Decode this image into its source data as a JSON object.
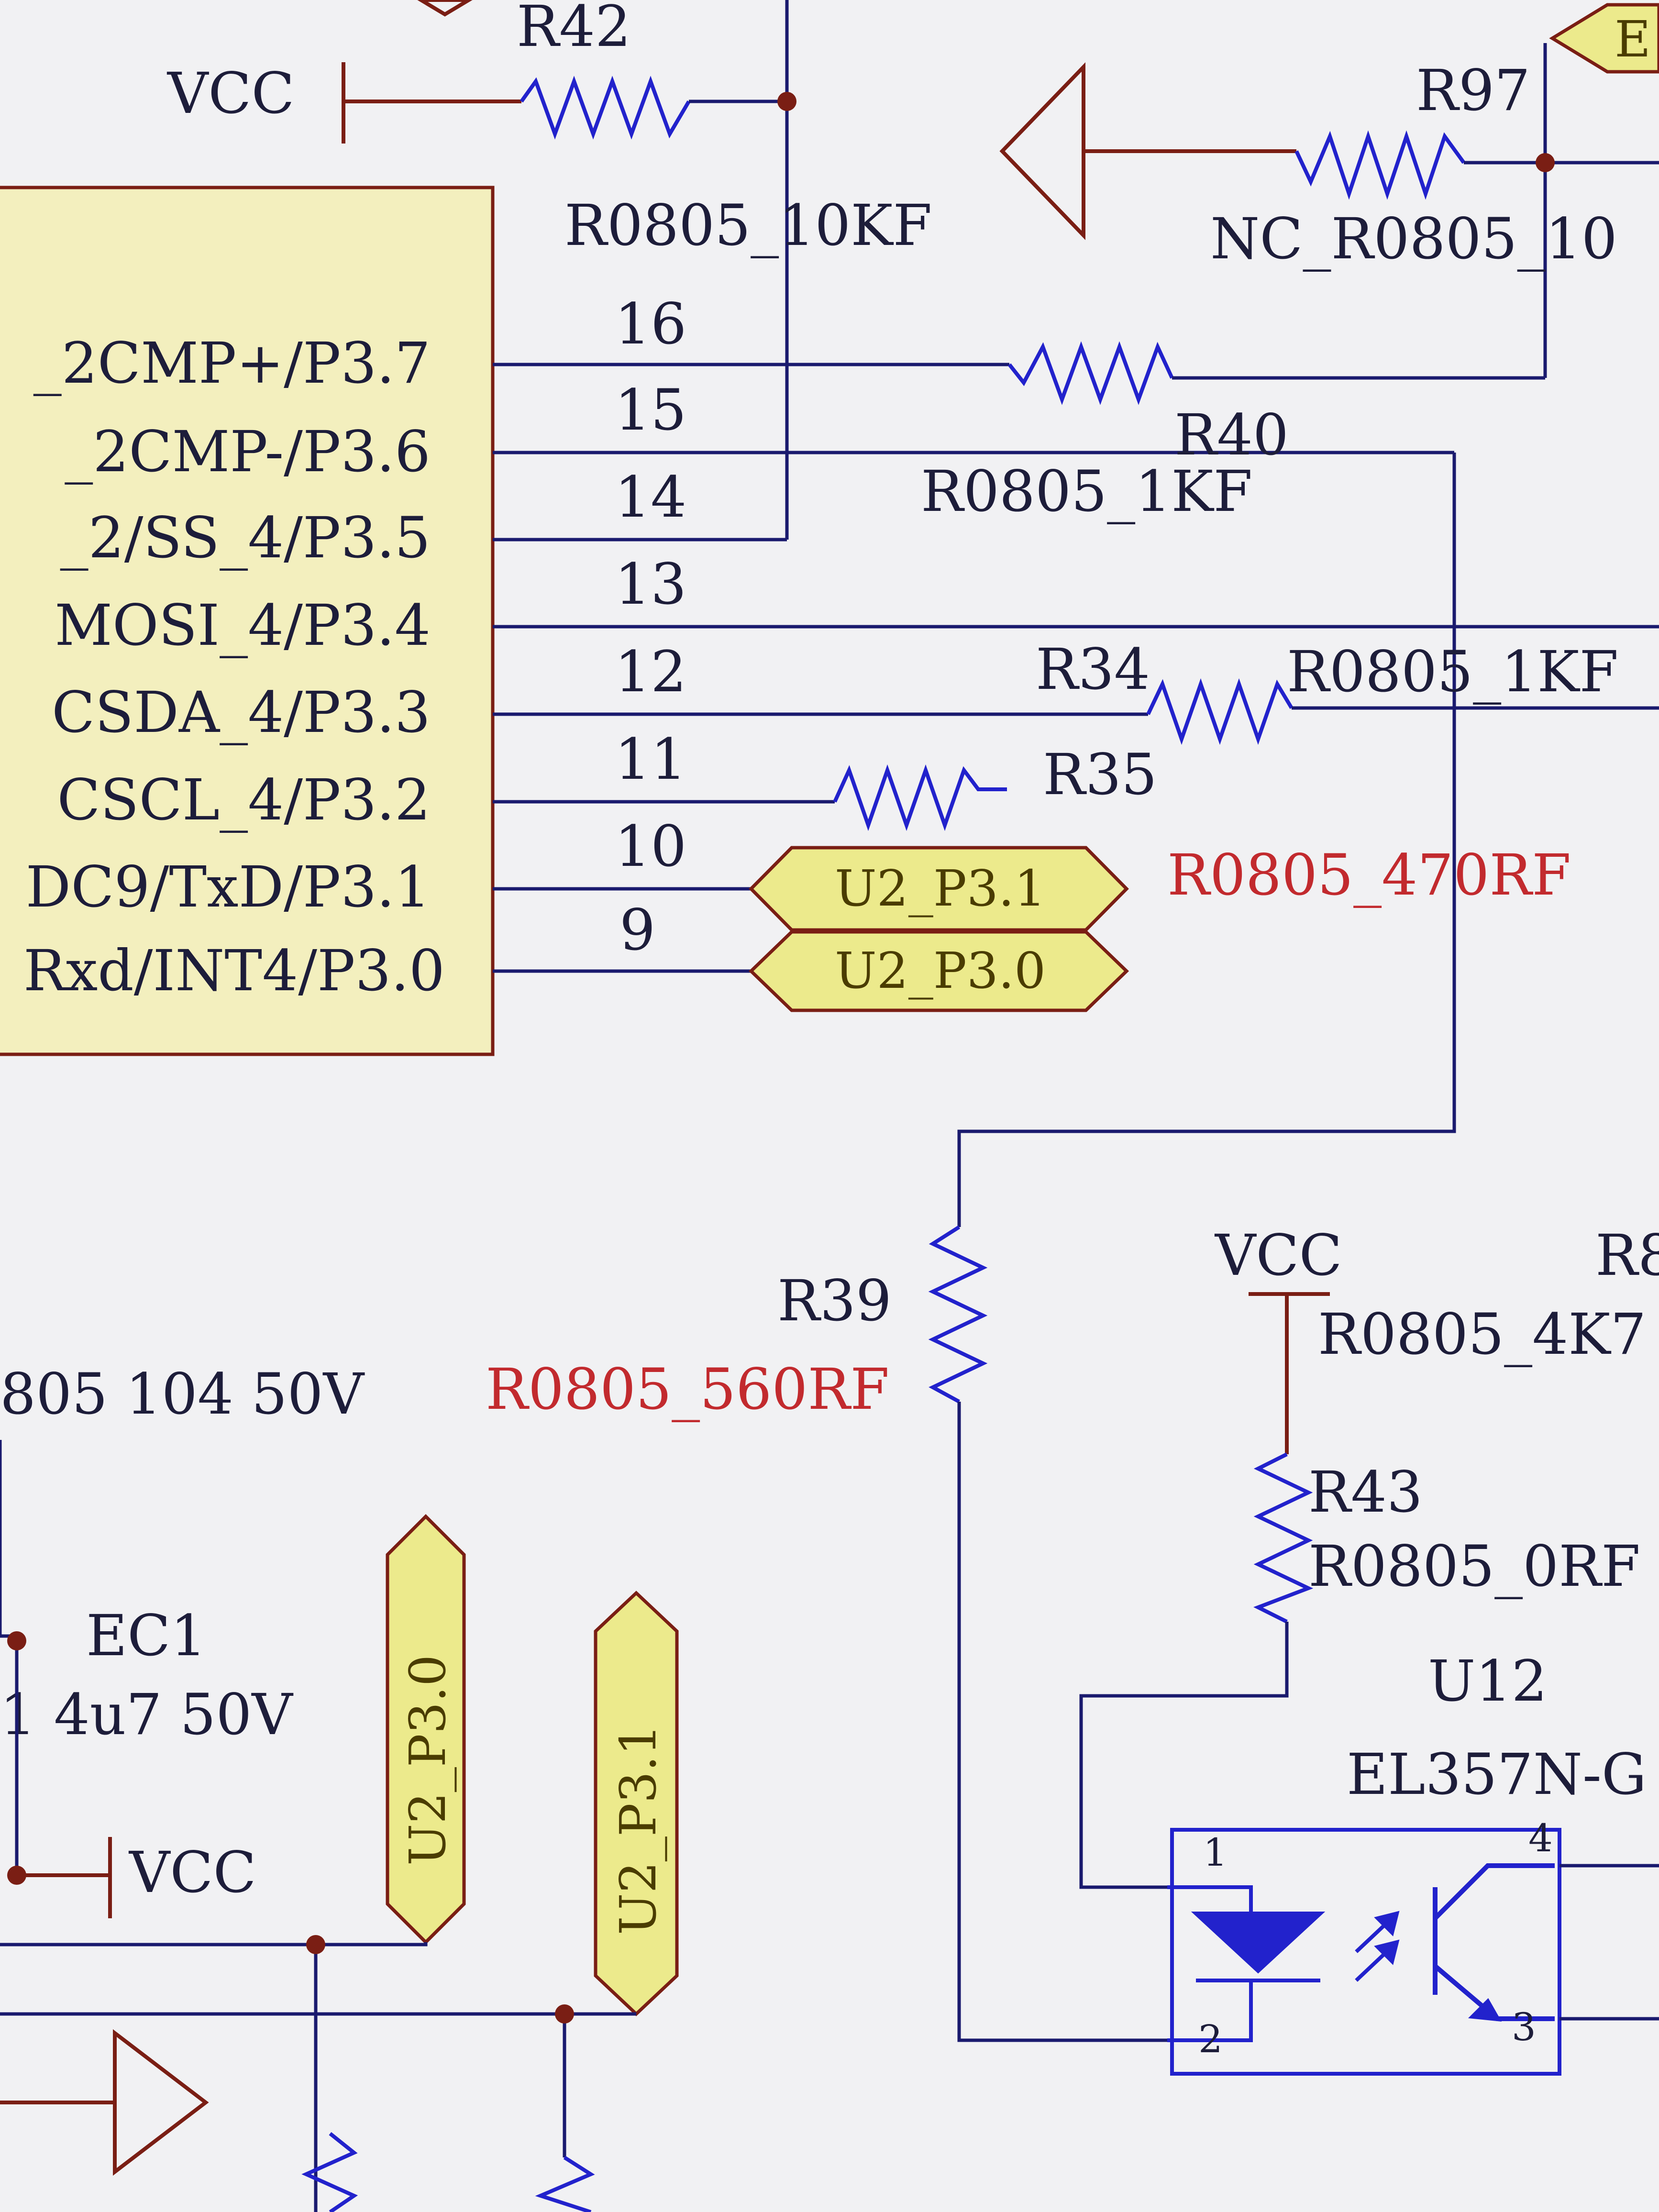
{
  "colors": {
    "wire": "#1a1a6e",
    "component": "#2222cc",
    "symbol": "#7a1e14",
    "text": "#1d1d3a",
    "red_text": "#c22a2e",
    "chip_fill": "#f3efbe",
    "port_fill": "#ecea8c",
    "background": "#f1f1f3"
  },
  "mcu": {
    "pins": [
      {
        "name": "_2CMP+/P3.7",
        "num": "16"
      },
      {
        "name": "_2CMP-/P3.6",
        "num": "15"
      },
      {
        "name": "_2/SS_4/P3.5",
        "num": "14"
      },
      {
        "name": "MOSI_4/P3.4",
        "num": "13"
      },
      {
        "name": "CSDA_4/P3.3",
        "num": "12"
      },
      {
        "name": "CSCL_4/P3.2",
        "num": "11"
      },
      {
        "name": "DC9/TxD/P3.1",
        "num": "10"
      },
      {
        "name": "Rxd/INT4/P3.0",
        "num": "9"
      }
    ]
  },
  "labels": {
    "vcc_top": "VCC",
    "r42_ref": "R42",
    "r42_val": "R0805_10KF",
    "r97_ref": "R97",
    "r97_val": "NC_R0805_10",
    "top_right_tag": "E",
    "r40_ref": "R40",
    "r40_val": "R0805_1KF",
    "r34_ref": "R34",
    "r34_val": "R0805_1KF",
    "r35_ref": "R35",
    "r35_val": "R0805_470RF",
    "port_p31": "U2_P3.1",
    "port_p30": "U2_P3.0",
    "r39_ref": "R39",
    "r39_val": "R0805_560RF",
    "vcc_mid": "VCC",
    "r8_ref": "R8",
    "r_4k7_val": "R0805_4K7",
    "r43_ref": "R43",
    "r43_val": "R0805_0RF",
    "u12_ref": "U12",
    "u12_val": "EL357N-G",
    "opto_pin1": "1",
    "opto_pin2": "2",
    "opto_pin3": "3",
    "opto_pin4": "4",
    "cap_val": "805 104 50V",
    "ec1_ref": "EC1",
    "ec1_val": "1 4u7 50V",
    "vcc_bottom": "VCC",
    "vport_p30": "U2_P3.0",
    "vport_p31": "U2_P3.1"
  }
}
